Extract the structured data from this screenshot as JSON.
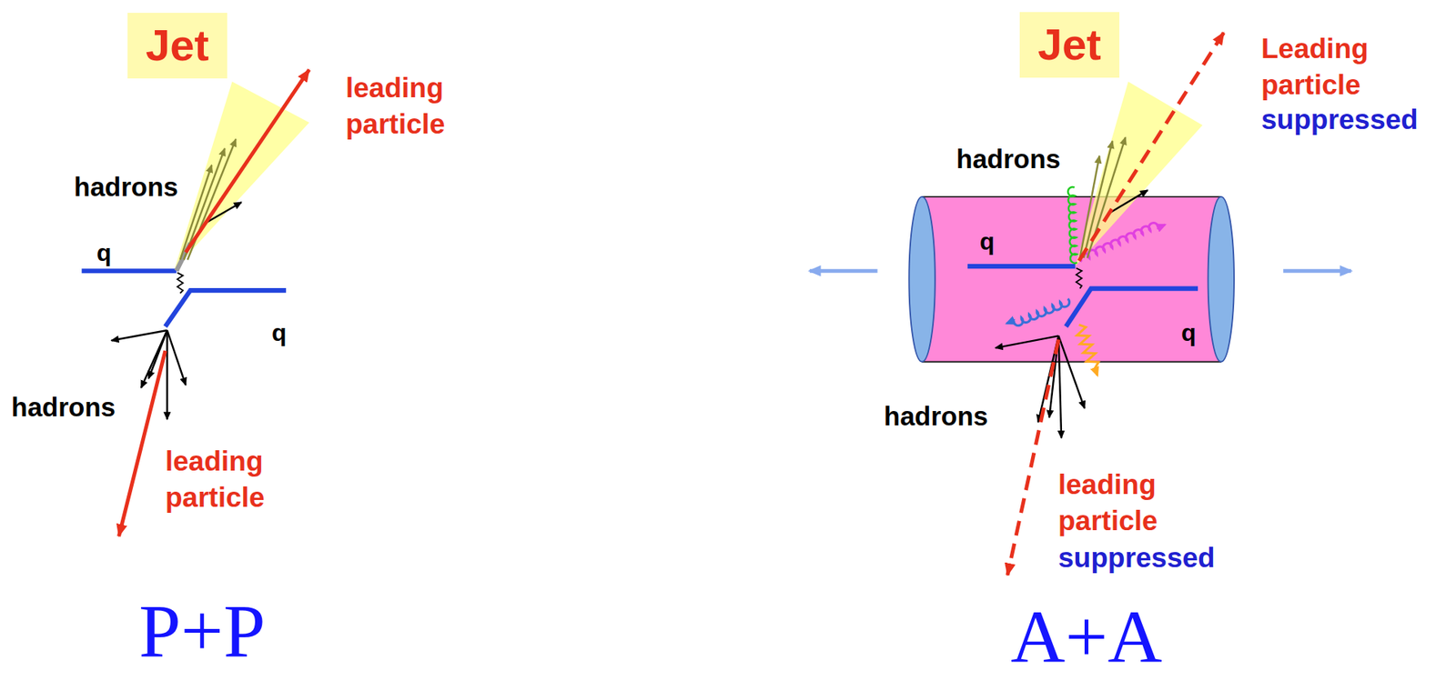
{
  "diagram": {
    "nodes": [
      {
        "text": [
          "Jet"
        ]
      },
      {
        "text": [
          "Jet"
        ]
      }
    ],
    "labels": [
      "leading particle",
      "hadrons",
      "q",
      "q",
      "hadrons",
      "leading particle",
      "P+P",
      "Leading particle",
      "suppressed",
      "hadrons",
      "q",
      "q",
      "hadrons",
      "leading particle",
      "suppressed",
      "A+A"
    ]
  }
}
